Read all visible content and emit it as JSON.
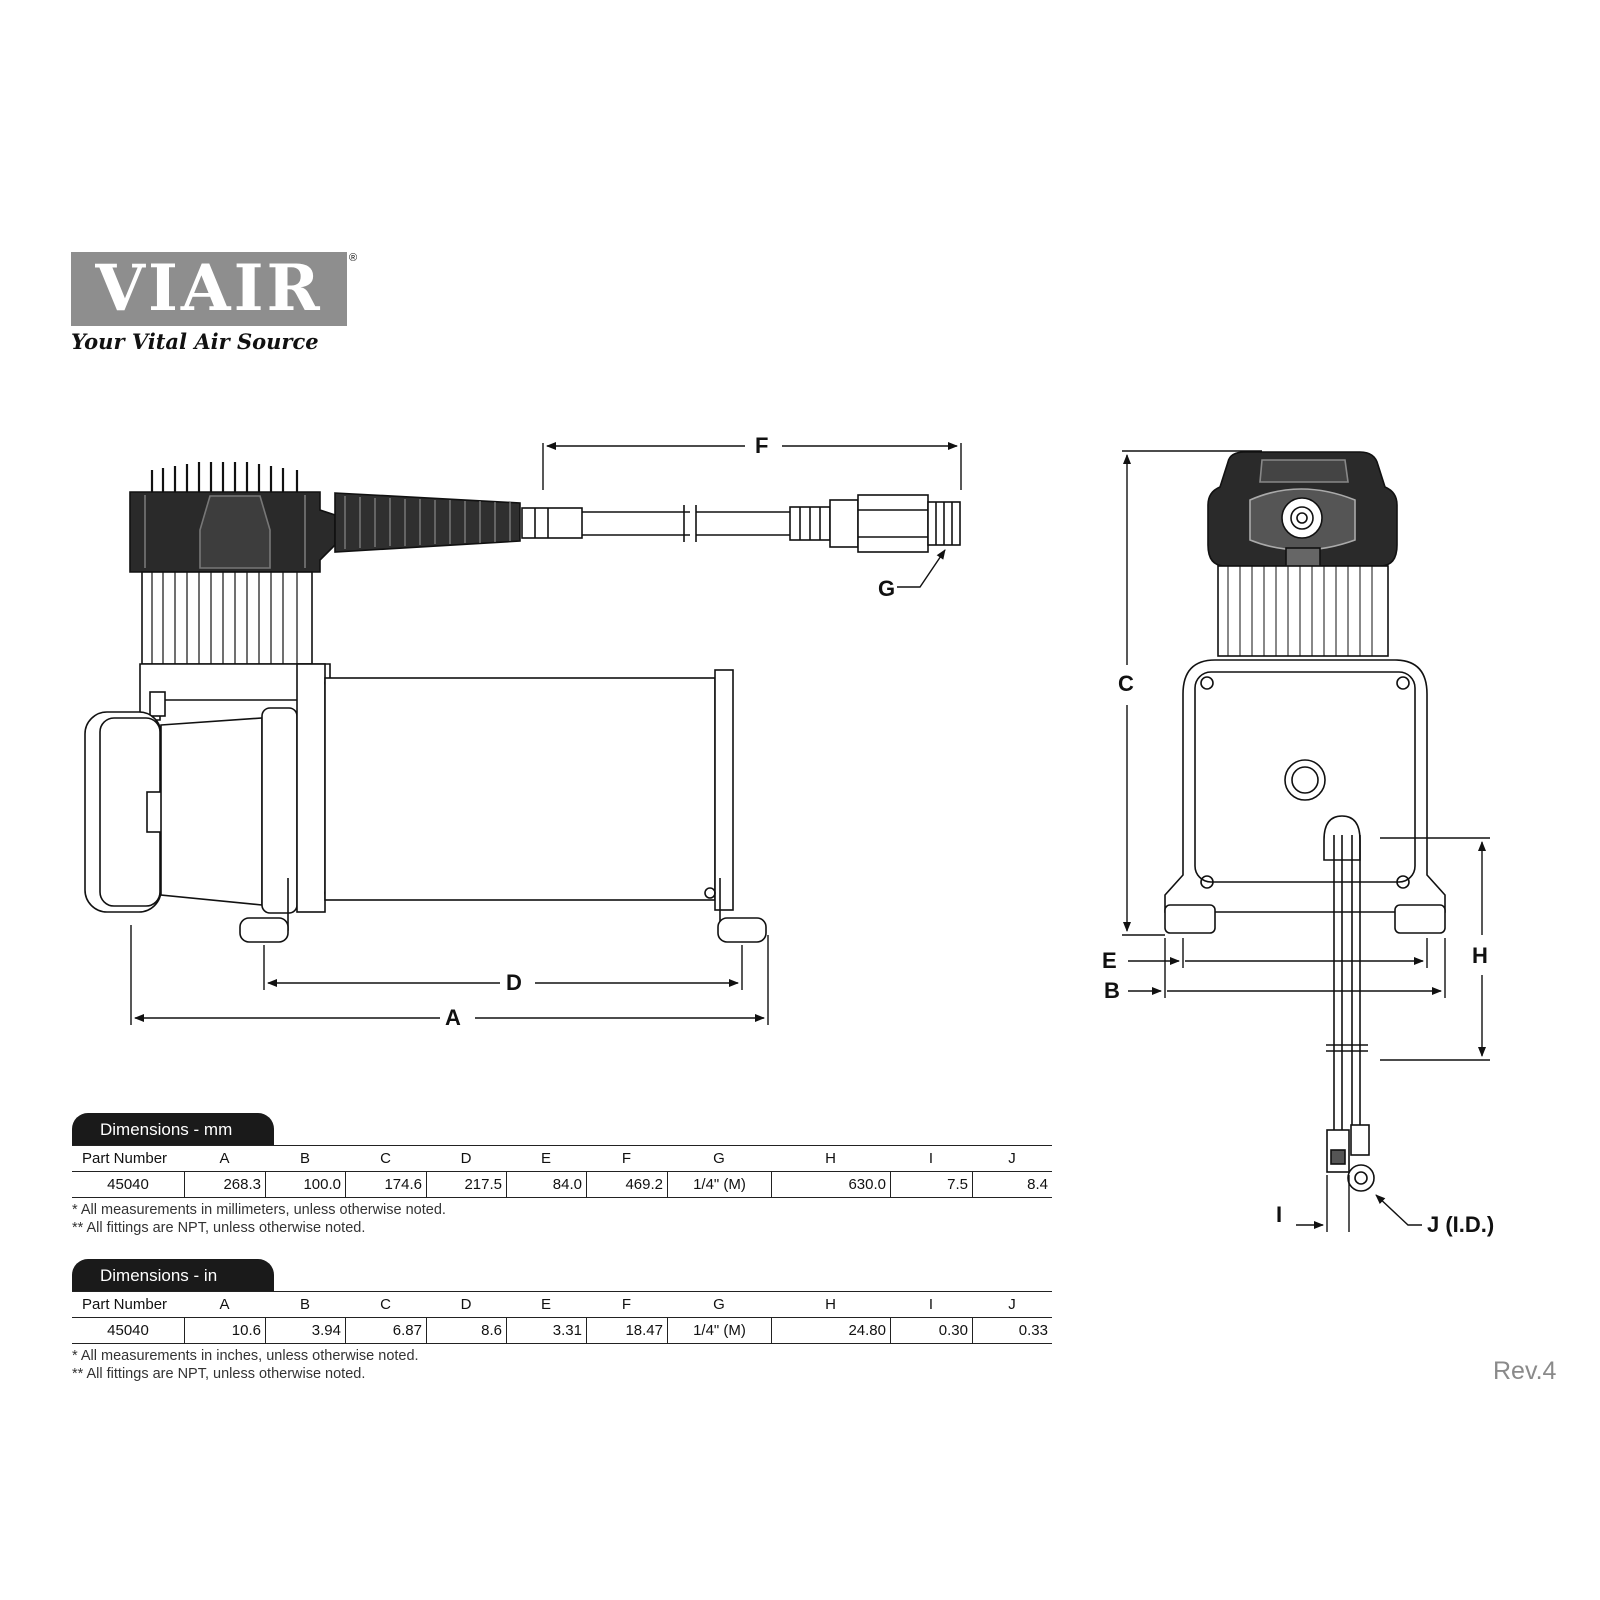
{
  "logo": {
    "wordmark": "VIAIR",
    "registered": "®",
    "tagline": "Your Vital Air Source"
  },
  "labels": {
    "A": "A",
    "B": "B",
    "C": "C",
    "D": "D",
    "E": "E",
    "F": "F",
    "G": "G",
    "H": "H",
    "I": "I",
    "J": "J (I.D.)"
  },
  "columns": [
    "Part Number",
    "A",
    "B",
    "C",
    "D",
    "E",
    "F",
    "G",
    "H",
    "I",
    "J"
  ],
  "table_mm": {
    "title": "Dimensions - mm",
    "row": [
      "45040",
      "268.3",
      "100.0",
      "174.6",
      "217.5",
      "84.0",
      "469.2",
      "1/4\" (M)",
      "630.0",
      "7.5",
      "8.4"
    ],
    "note1": "* All measurements in millimeters, unless otherwise noted.",
    "note2": "** All fittings are NPT, unless otherwise noted."
  },
  "table_in": {
    "title": "Dimensions - in",
    "row": [
      "45040",
      "10.6",
      "3.94",
      "6.87",
      "8.6",
      "3.31",
      "18.47",
      "1/4\" (M)",
      "24.80",
      "0.30",
      "0.33"
    ],
    "note1": "* All measurements in inches, unless otherwise noted.",
    "note2": "** All fittings are NPT, unless otherwise noted."
  },
  "revision": "Rev.4"
}
